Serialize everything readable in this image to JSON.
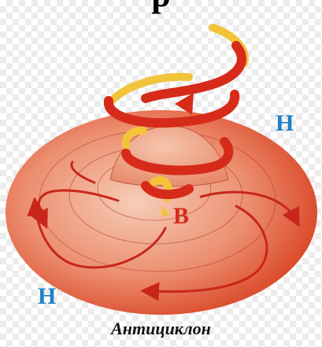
{
  "title_fragment": "р",
  "labels": {
    "high_right": "Н",
    "high_left": "Н",
    "low_center": "В"
  },
  "caption": "Антициклон",
  "colors": {
    "disk_center": "#f4c0a8",
    "disk_edge": "#d9401e",
    "arrow_red": "#d62b1a",
    "arrow_yellow": "#f2c43a",
    "high_label": "#1f7fc6",
    "low_label": "#d62b1a"
  }
}
